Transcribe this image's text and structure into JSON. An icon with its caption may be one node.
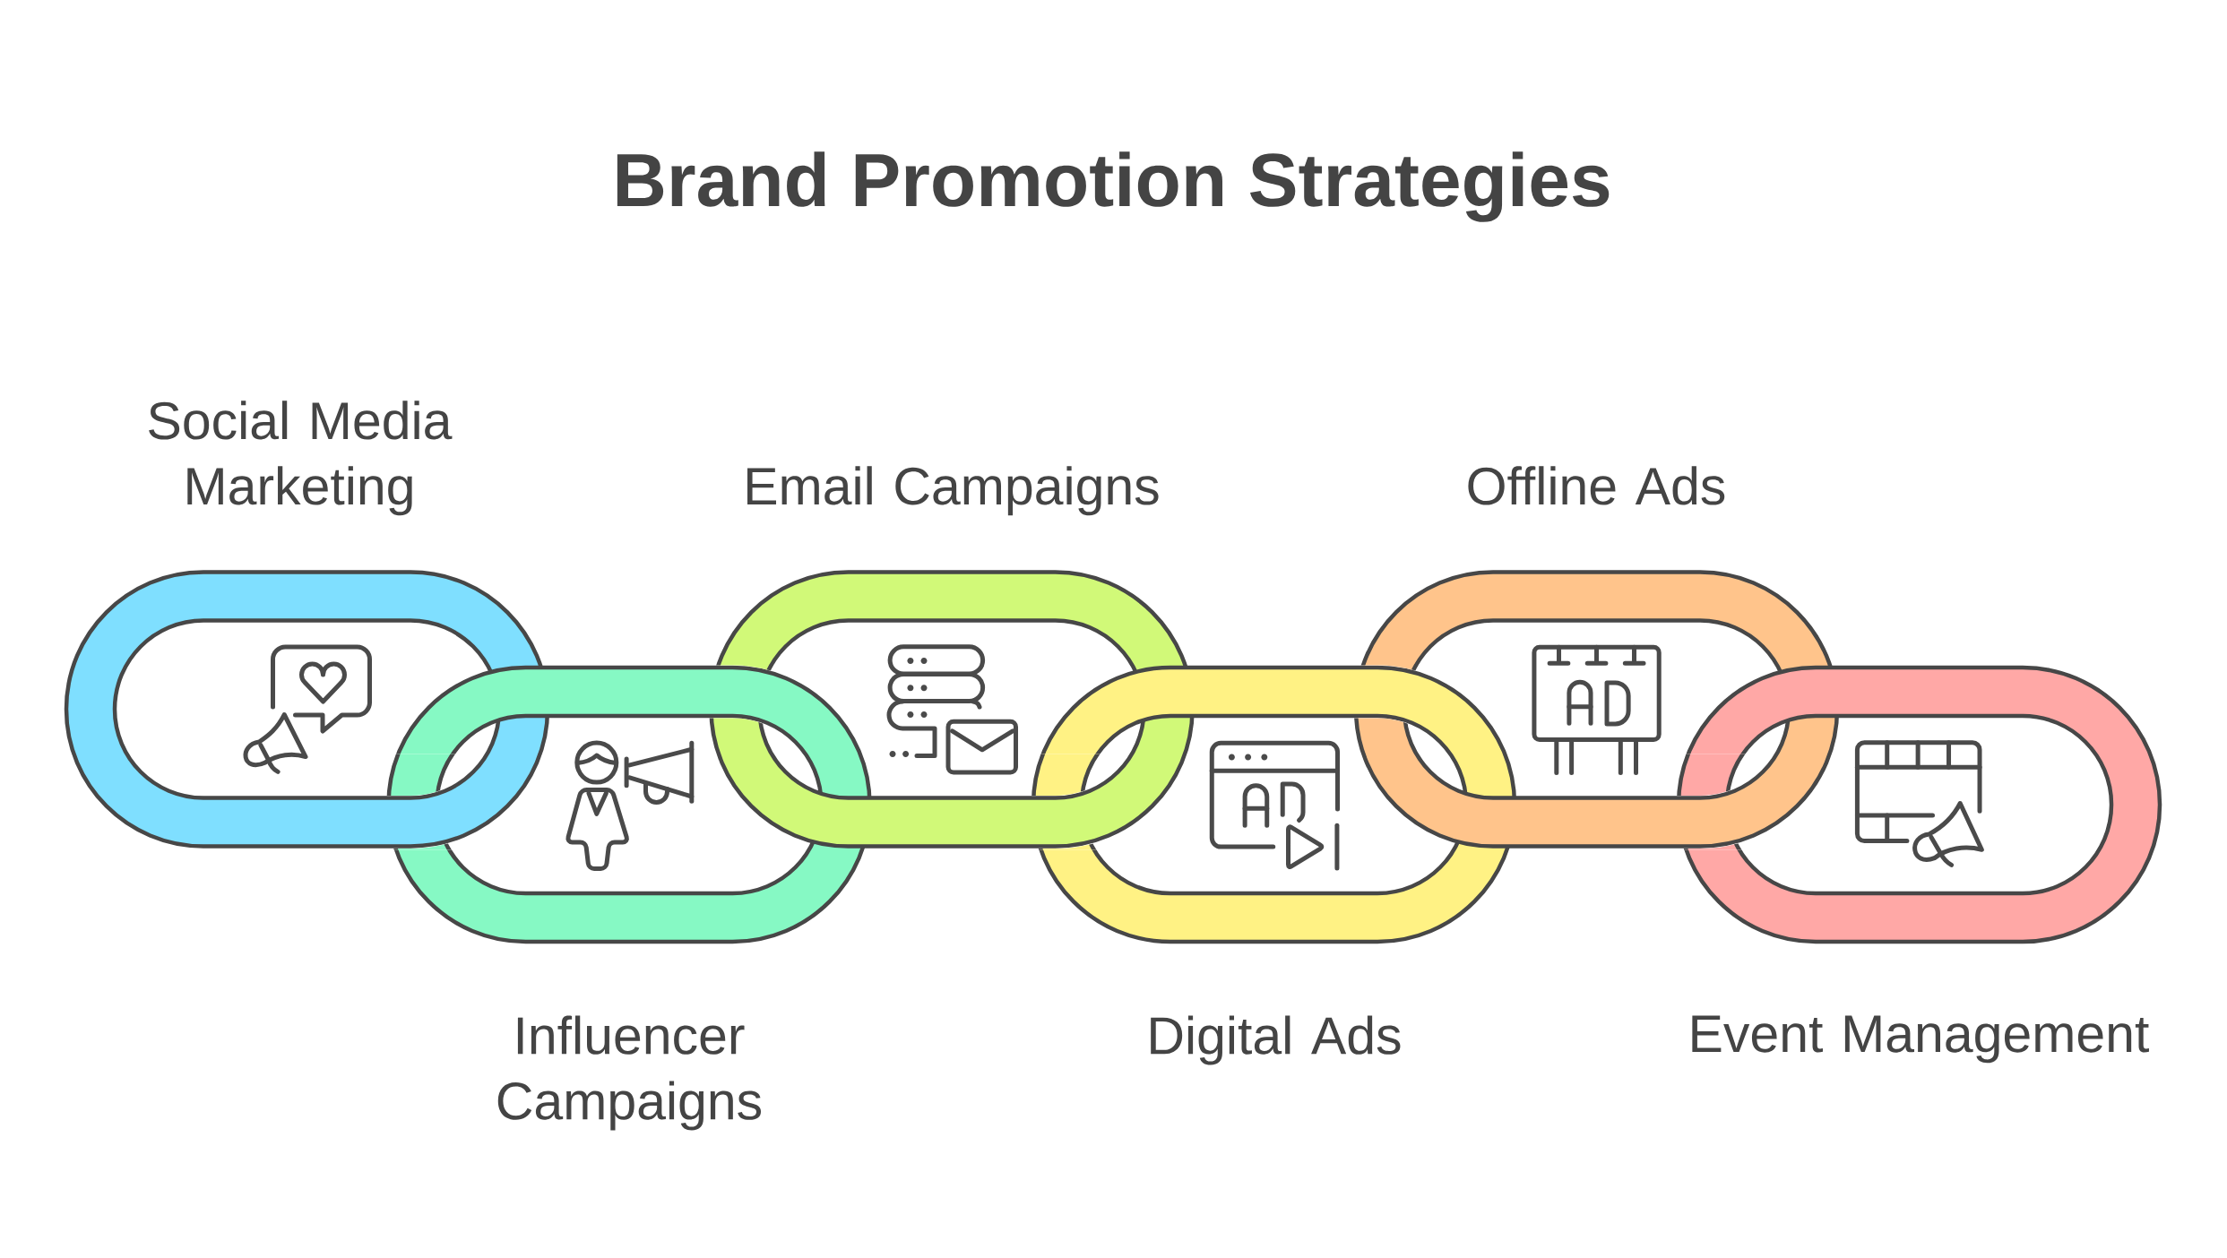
{
  "diagram": {
    "title": "Brand Promotion Strategies",
    "nodes": [
      {
        "text": [
          "Social Media Marketing"
        ]
      },
      {
        "text": [
          "Influencer Campaigns"
        ]
      },
      {
        "text": [
          "Email Campaigns"
        ]
      },
      {
        "text": [
          "Digital Ads"
        ]
      },
      {
        "text": [
          "Offline Ads"
        ]
      },
      {
        "text": [
          "Event Management"
        ]
      }
    ]
  }
}
